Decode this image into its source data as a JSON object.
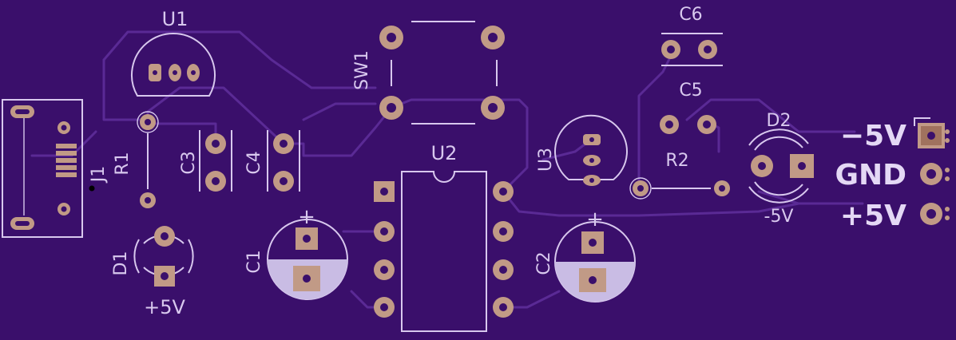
{
  "board": {
    "background_color": "#3a0f6b",
    "silkscreen_color": "#d8c8ee",
    "pad_color": "#c19a86",
    "trace_color": "#5a2a95"
  },
  "designators": {
    "U1": "U1",
    "U2": "U2",
    "U3": "U3",
    "SW1": "SW1",
    "J1": "J1",
    "R1": "R1",
    "R2": "R2",
    "C1": "C1",
    "C2": "C2",
    "C3": "C3",
    "C4": "C4",
    "C5": "C5",
    "C6": "C6",
    "D1": "D1",
    "D2": "D2"
  },
  "polarity": {
    "c1_plus": "+",
    "c2_plus": "+"
  },
  "led_labels": {
    "d1": "+5V",
    "d2": "-5V"
  },
  "connector": {
    "pins": [
      "−5V",
      "GND",
      "+5V"
    ]
  }
}
